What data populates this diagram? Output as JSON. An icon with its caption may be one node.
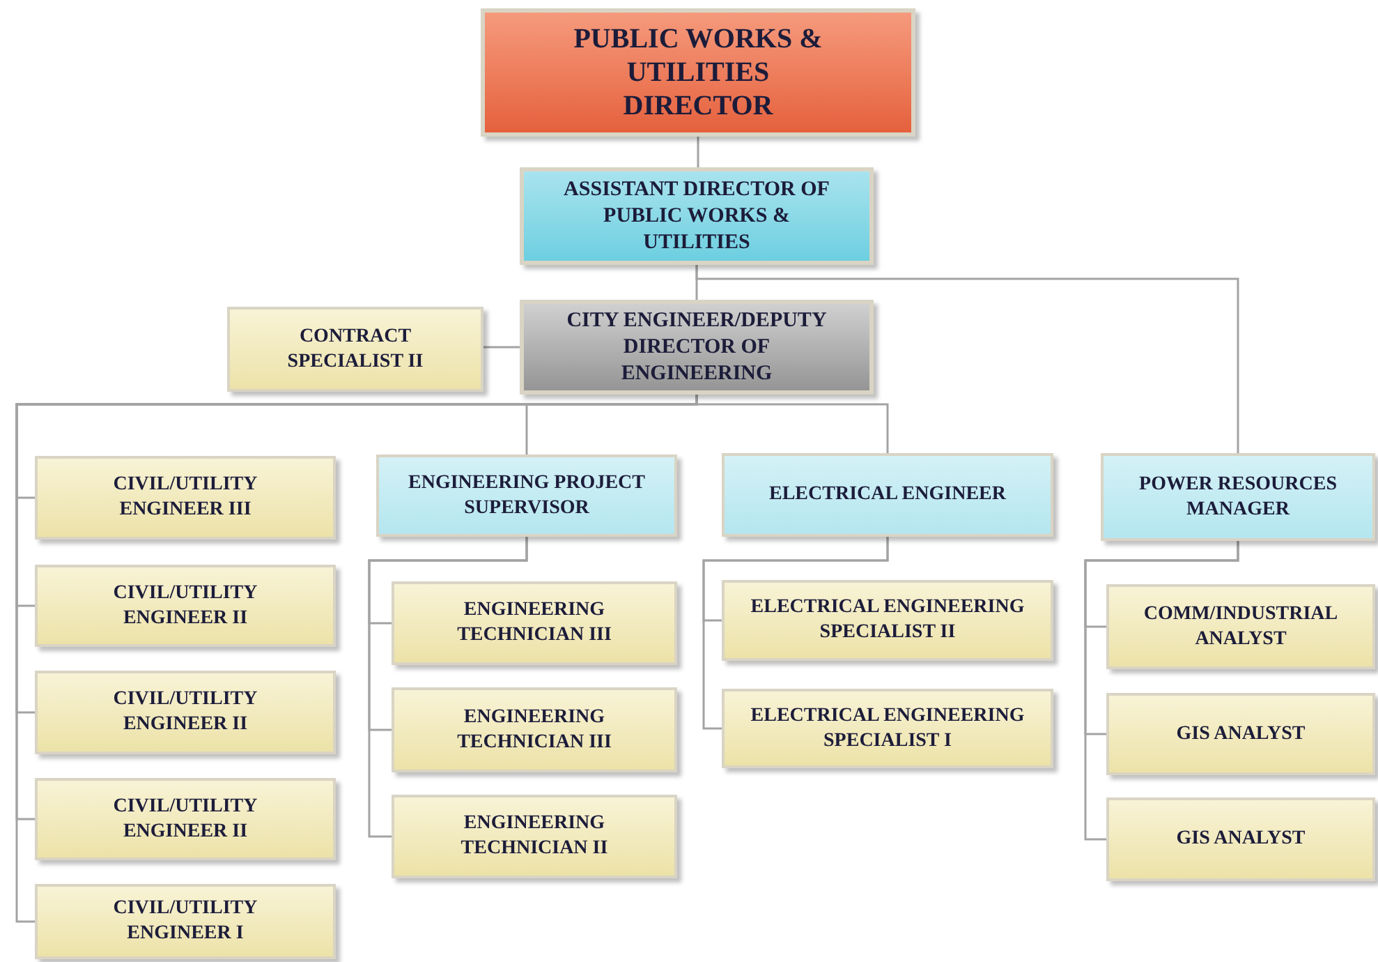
{
  "diagram": {
    "nodes": [
      {
        "text": [
          "PUBLIC WORKS & UTILITIES DIRECTOR"
        ]
      },
      {
        "text": [
          "ASSISTANT DIRECTOR OF PUBLIC WORKS & UTILITIES"
        ]
      },
      {
        "text": [
          "CITY ENGINEER/DEPUTY DIRECTOR OF ENGINEERING"
        ]
      },
      {
        "text": [
          "CONTRACT SPECIALIST II"
        ]
      },
      {
        "text": [
          "CIVIL/UTILITY ENGINEER III"
        ]
      },
      {
        "text": [
          "ENGINEERING PROJECT SUPERVISOR"
        ]
      },
      {
        "text": [
          "ELECTRICAL ENGINEER"
        ]
      },
      {
        "text": [
          "POWER RESOURCES MANAGER"
        ]
      },
      {
        "text": [
          "CIVIL/UTILITY ENGINEER II"
        ]
      },
      {
        "text": [
          "ENGINEERING TECHNICIAN III"
        ]
      },
      {
        "text": [
          "ELECTRICAL ENGINEERING SPECIALIST II"
        ]
      },
      {
        "text": [
          "COMM/INDUSTRIAL ANALYST"
        ]
      },
      {
        "text": [
          "CIVIL/UTILITY ENGINEER II"
        ]
      },
      {
        "text": [
          "ENGINEERING TECHNICIAN III"
        ]
      },
      {
        "text": [
          "ELECTRICAL ENGINEERING SPECIALIST I"
        ]
      },
      {
        "text": [
          "GIS ANALYST"
        ]
      },
      {
        "text": [
          "CIVIL/UTILITY ENGINEER II"
        ]
      },
      {
        "text": [
          "ENGINEERING TECHNICIAN II"
        ]
      },
      {
        "text": [
          "GIS ANALYST"
        ]
      },
      {
        "text": [
          "CIVIL/UTILITY ENGINEER I"
        ]
      }
    ],
    "edges": [
      {
        "from": 0,
        "to": 1,
        "arrow": "none"
      },
      {
        "from": 1,
        "to": 2,
        "arrow": "none"
      },
      {
        "from": 1,
        "to": 7,
        "arrow": "none"
      },
      {
        "from": 2,
        "to": 3,
        "arrow": "none"
      },
      {
        "from": 2,
        "to": 4,
        "arrow": "none"
      },
      {
        "from": 2,
        "to": 5,
        "arrow": "none"
      },
      {
        "from": 2,
        "to": 6,
        "arrow": "none"
      },
      {
        "from": 2,
        "to": 8,
        "arrow": "none"
      },
      {
        "from": 2,
        "to": 12,
        "arrow": "none"
      },
      {
        "from": 2,
        "to": 16,
        "arrow": "none"
      },
      {
        "from": 2,
        "to": 19,
        "arrow": "none"
      },
      {
        "from": 5,
        "to": 9,
        "arrow": "none"
      },
      {
        "from": 5,
        "to": 13,
        "arrow": "none"
      },
      {
        "from": 5,
        "to": 17,
        "arrow": "none"
      },
      {
        "from": 6,
        "to": 10,
        "arrow": "none"
      },
      {
        "from": 6,
        "to": 14,
        "arrow": "none"
      },
      {
        "from": 7,
        "to": 11,
        "arrow": "none"
      },
      {
        "from": 7,
        "to": 15,
        "arrow": "none"
      },
      {
        "from": 7,
        "to": 18,
        "arrow": "none"
      }
    ]
  }
}
